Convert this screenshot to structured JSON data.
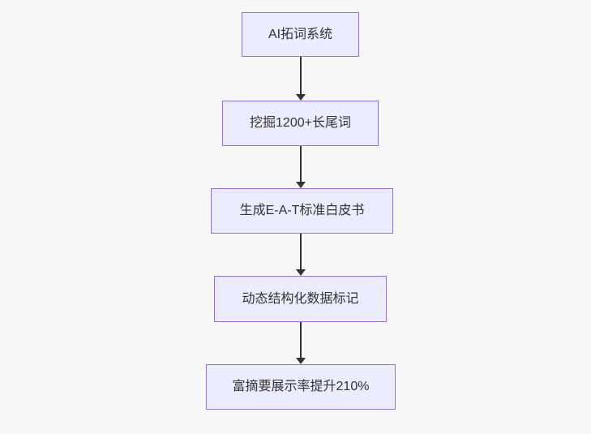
{
  "diagram": {
    "type": "flowchart",
    "direction": "top-down",
    "nodes": [
      {
        "id": "n1",
        "label": "AI拓词系统"
      },
      {
        "id": "n2",
        "label": "挖掘1200+长尾词"
      },
      {
        "id": "n3",
        "label": "生成E-A-T标准白皮书"
      },
      {
        "id": "n4",
        "label": "动态结构化数据标记"
      },
      {
        "id": "n5",
        "label": "富摘要展示率提升210%"
      }
    ],
    "edges": [
      {
        "from": "n1",
        "to": "n2"
      },
      {
        "from": "n2",
        "to": "n3"
      },
      {
        "from": "n3",
        "to": "n4"
      },
      {
        "from": "n4",
        "to": "n5"
      }
    ],
    "colors": {
      "node_fill": "#ECECFF",
      "node_border": "#9370DB",
      "edge": "#333333",
      "text": "#333333",
      "background": "#F8F8F8"
    }
  }
}
